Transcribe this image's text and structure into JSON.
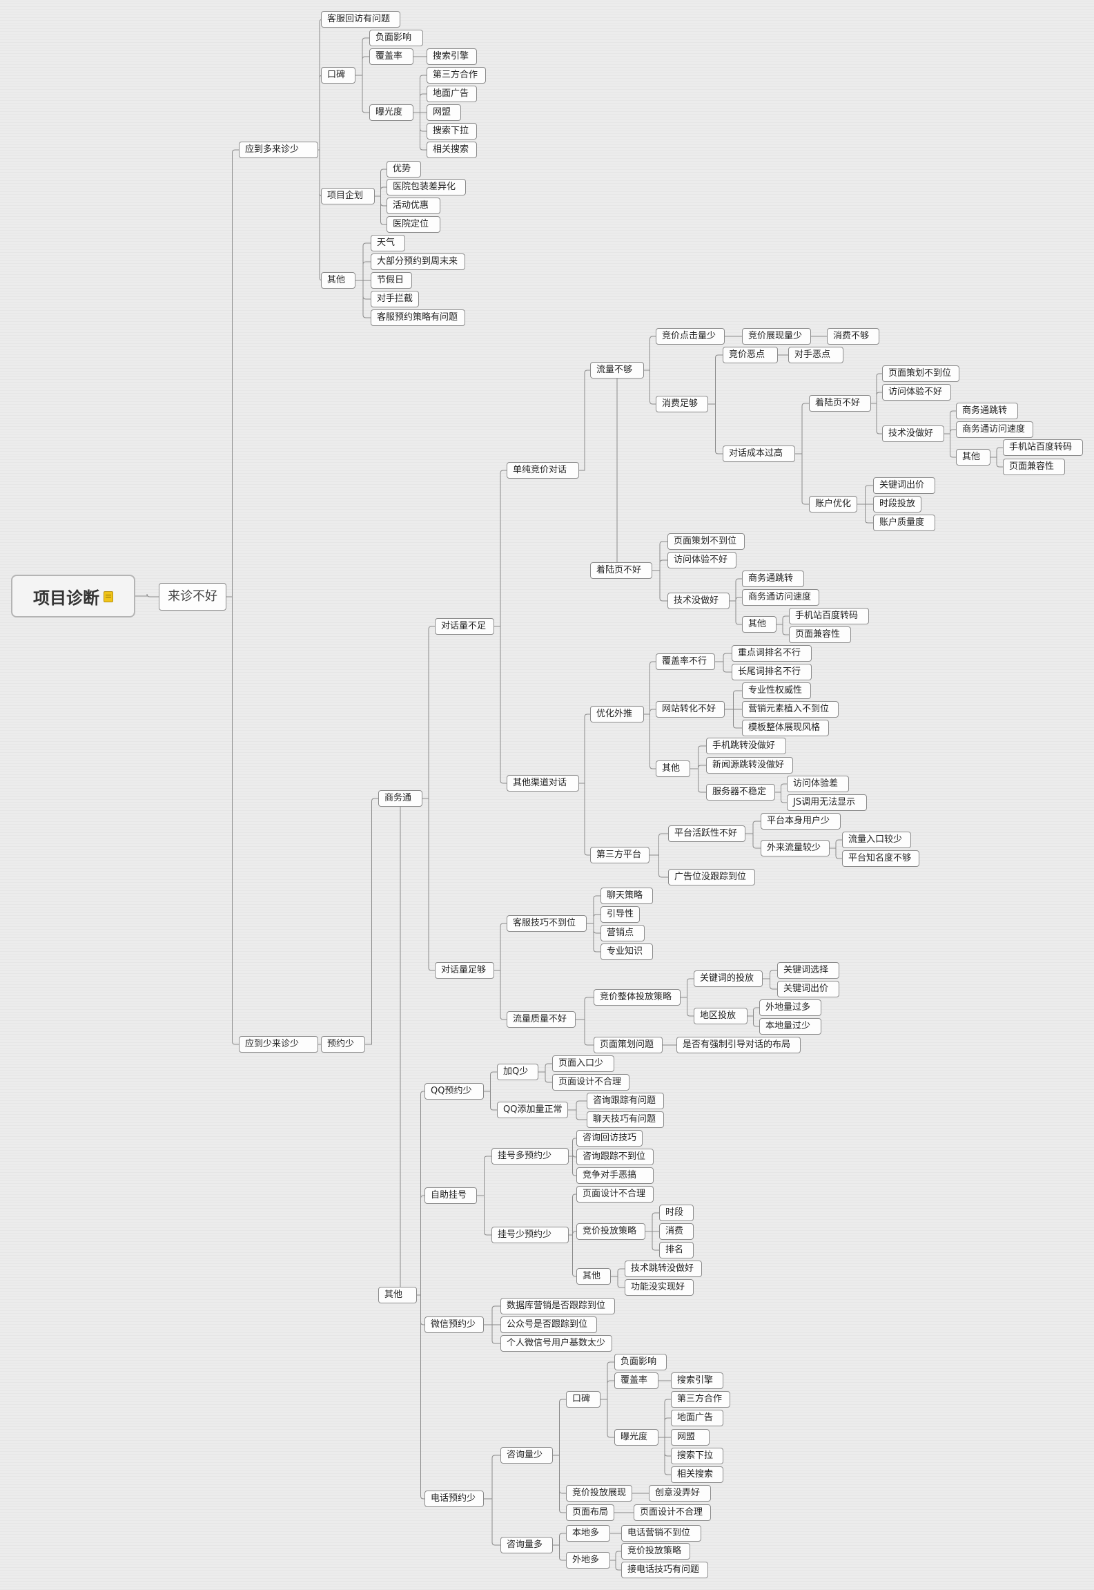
{
  "root": {
    "title": "项目诊断",
    "icon": "note-icon"
  },
  "colors": {
    "line": "#8a8a8a",
    "node_border": "#8a8a8a",
    "background": "#ececec"
  },
  "nodes": {
    "l1": "来诊不好",
    "more": "应到多来诊少",
    "more_a": "客服回访有问题",
    "more_b": "口碑",
    "more_b1": "负面影响",
    "more_b2": "覆盖率",
    "more_b2a": "搜索引擎",
    "more_b3": "曝光度",
    "more_b3a": "第三方合作",
    "more_b3b": "地面广告",
    "more_b3c": "网盟",
    "more_b3d": "搜索下拉",
    "more_b3e": "相关搜索",
    "more_c": "项目企划",
    "more_c1": "优势",
    "more_c2": "医院包装差异化",
    "more_c3": "活动优惠",
    "more_c4": "医院定位",
    "more_d": "其他",
    "more_d1": "天气",
    "more_d2": "大部分预约到周末来",
    "more_d3": "节假日",
    "more_d4": "对手拦截",
    "more_d5": "客服预约策略有问题",
    "less": "应到少来诊少",
    "yy": "预约少",
    "swt": "商务通",
    "dhl": "对话量不足",
    "djd": "单纯竞价对话",
    "llbg": "流量不够",
    "jjdjl": "竞价点击量少",
    "jjzxl": "竞价展现量少",
    "xfbg": "消费不够",
    "xfzg": "消费足够",
    "jjed": "竞价恶点",
    "dsed": "对手恶点",
    "dhcb": "对话成本过高",
    "zlyb": "着陆页不好",
    "zlyb1": "页面策划不到位",
    "zlyb2": "访问体验不好",
    "jsmz": "技术没做好",
    "jsmz1": "商务通跳转",
    "jsmz2": "商务通访问速度",
    "jsqt": "其他",
    "jsqt1": "手机站百度转码",
    "jsqt2": "页面兼容性",
    "zhyh": "账户优化",
    "zhyh1": "关键词出价",
    "zhyh2": "时段投放",
    "zhyh3": "账户质量度",
    "zly2": "着陆页不好",
    "zly2a": "页面策划不到位",
    "zly2b": "访问体验不好",
    "js2": "技术没做好",
    "js2a": "商务通跳转",
    "js2b": "商务通访问速度",
    "js2c": "其他",
    "js2c1": "手机站百度转码",
    "js2c2": "页面兼容性",
    "qtqd": "其他渠道对话",
    "yhwt": "优化外推",
    "fglbx": "覆盖率不行",
    "fgl1": "重点词排名不行",
    "fgl2": "长尾词排名不行",
    "wzzh": "网站转化不好",
    "wzzh1": "专业性权威性",
    "wzzh2": "营销元素植入不到位",
    "wzzh3": "模板整体展现风格",
    "yhqt": "其他",
    "yhqt1": "手机跳转没做好",
    "yhqt2": "新闻源跳转没做好",
    "fwq": "服务器不稳定",
    "fwq1": "访问体验差",
    "fwq2": "JS调用无法显示",
    "dsfpt": "第三方平台",
    "pthy": "平台活跃性不好",
    "pthy1": "平台本身用户少",
    "wlll": "外来流量较少",
    "wlll1": "流量入口较少",
    "wlll2": "平台知名度不够",
    "ggw": "广告位没跟踪到位",
    "dhzg": "对话量足够",
    "kfjq": "客服技巧不到位",
    "kfjq1": "聊天策略",
    "kfjq2": "引导性",
    "kfjq3": "营销点",
    "kfjq4": "专业知识",
    "llzl": "流量质量不好",
    "jjzt": "竞价整体投放策略",
    "gjctf": "关键词的投放",
    "gjctf1": "关键词选择",
    "gjctf2": "关键词出价",
    "dqtf": "地区投放",
    "dqtf1": "外地量过多",
    "dqtf2": "本地量过少",
    "ymch": "页面策划问题",
    "ymch1": "是否有强制引导对话的布局",
    "qt": "其他",
    "qq": "QQ预约少",
    "jqs": "加Q少",
    "jqs1": "页面入口少",
    "jqs2": "页面设计不合理",
    "qqzc": "QQ添加量正常",
    "qqzc1": "咨询跟踪有问题",
    "qqzc2": "聊天技巧有问题",
    "zzgh": "自助挂号",
    "ghd": "挂号多预约少",
    "ghd1": "咨询回访技巧",
    "ghd2": "咨询跟踪不到位",
    "ghd3": "竞争对手恶搞",
    "ghs": "挂号少预约少",
    "ghs1": "页面设计不合理",
    "ghs2": "竞价投放策略",
    "ghs2a": "时段",
    "ghs2b": "消费",
    "ghs2c": "排名",
    "ghs3": "其他",
    "ghs3a": "技术跳转没做好",
    "ghs3b": "功能没实现好",
    "wx": "微信预约少",
    "wx1": "数据库营销是否跟踪到位",
    "wx2": "公众号是否跟踪到位",
    "wx3": "个人微信号用户基数太少",
    "dh": "电话预约少",
    "zxs": "咨询量少",
    "kb2": "口碑",
    "kb2a": "负面影响",
    "kb2b": "覆盖率",
    "kb2b1": "搜索引擎",
    "kb2c": "曝光度",
    "kb2c1": "第三方合作",
    "kb2c2": "地面广告",
    "kb2c3": "网盟",
    "kb2c4": "搜索下拉",
    "kb2c5": "相关搜索",
    "jjtfzx": "竞价投放展现",
    "jjtfzx1": "创意没弄好",
    "ymbj": "页面布局",
    "ymbj1": "页面设计不合理",
    "zxd": "咨询量多",
    "bdd": "本地多",
    "bdd1": "电话营销不到位",
    "wdd": "外地多",
    "wdd1": "竞价投放策略",
    "wdd2": "接电话技巧有问题"
  }
}
